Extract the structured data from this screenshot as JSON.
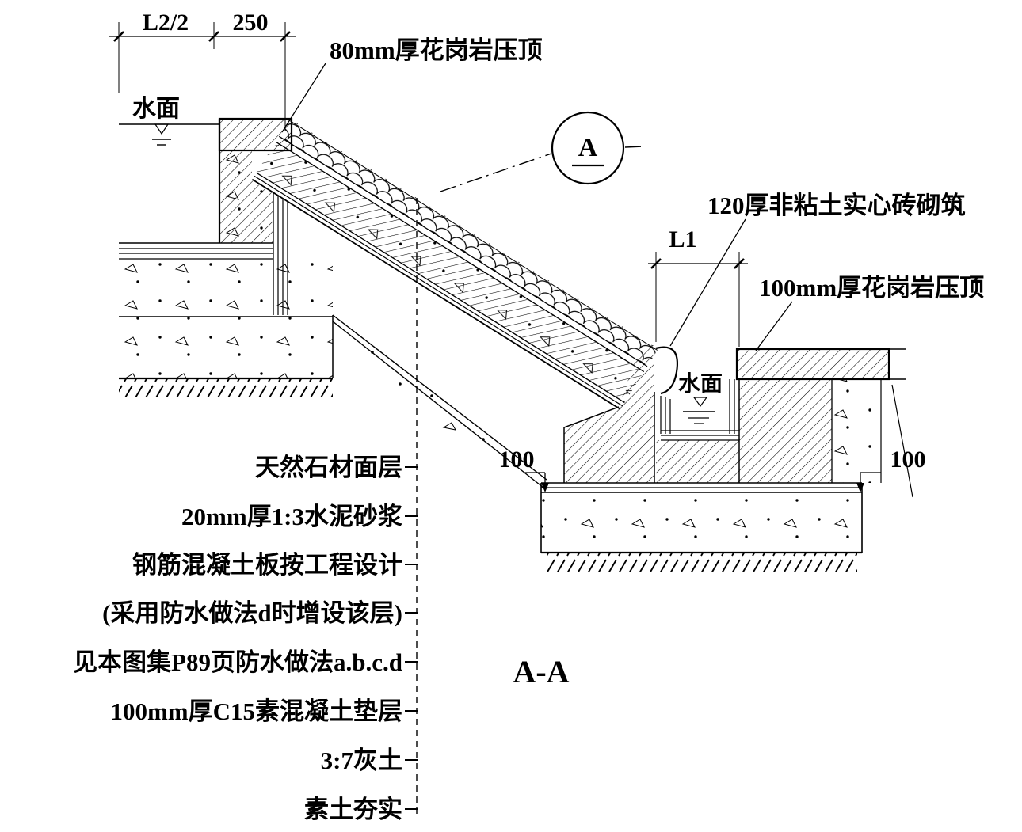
{
  "drawing": {
    "section_title": "A-A",
    "marker_letter": "A",
    "water_surface_upper": "水面",
    "water_surface_lower": "水面"
  },
  "dimensions": {
    "top_span_left": "L2/2",
    "top_span_right": "250",
    "trough_width": "L1",
    "ledge_left": "100",
    "ledge_right": "100"
  },
  "callouts": {
    "coping_80": "80mm厚花岗岩压顶",
    "brick_120": "120厚非粘土实心砖砌筑",
    "coping_100": "100mm厚花岗岩压顶"
  },
  "layer_callouts": [
    "天然石材面层",
    "20mm厚1:3水泥砂浆",
    "钢筋混凝土板按工程设计",
    "(采用防水做法d时增设该层)",
    "见本图集P89页防水做法a.b.c.d",
    "100mm厚C15素混凝土垫层",
    "3:7灰土",
    "素土夯实"
  ],
  "colors": {
    "ink": "#000000",
    "paper": "#ffffff"
  }
}
